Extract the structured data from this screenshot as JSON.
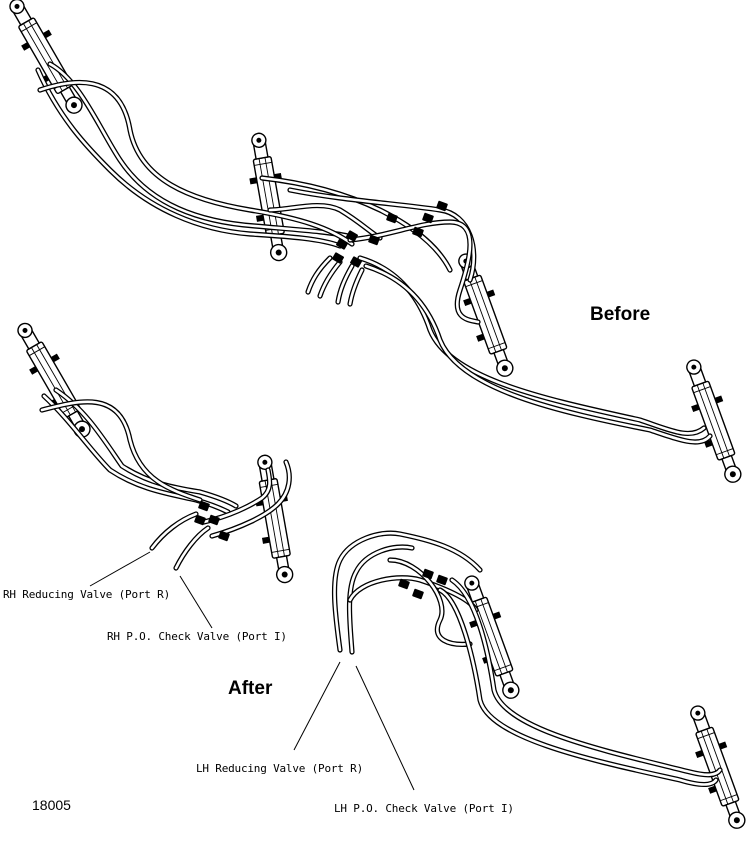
{
  "labels": {
    "before": "Before",
    "after": "After",
    "figure_number": "18005"
  },
  "callouts": {
    "rh_reducing": "RH Reducing Valve (Port R)",
    "rh_check": "RH P.O. Check Valve (Port I)",
    "lh_reducing": "LH Reducing Valve (Port R)",
    "lh_check": "LH P.O. Check Valve (Port I)"
  }
}
